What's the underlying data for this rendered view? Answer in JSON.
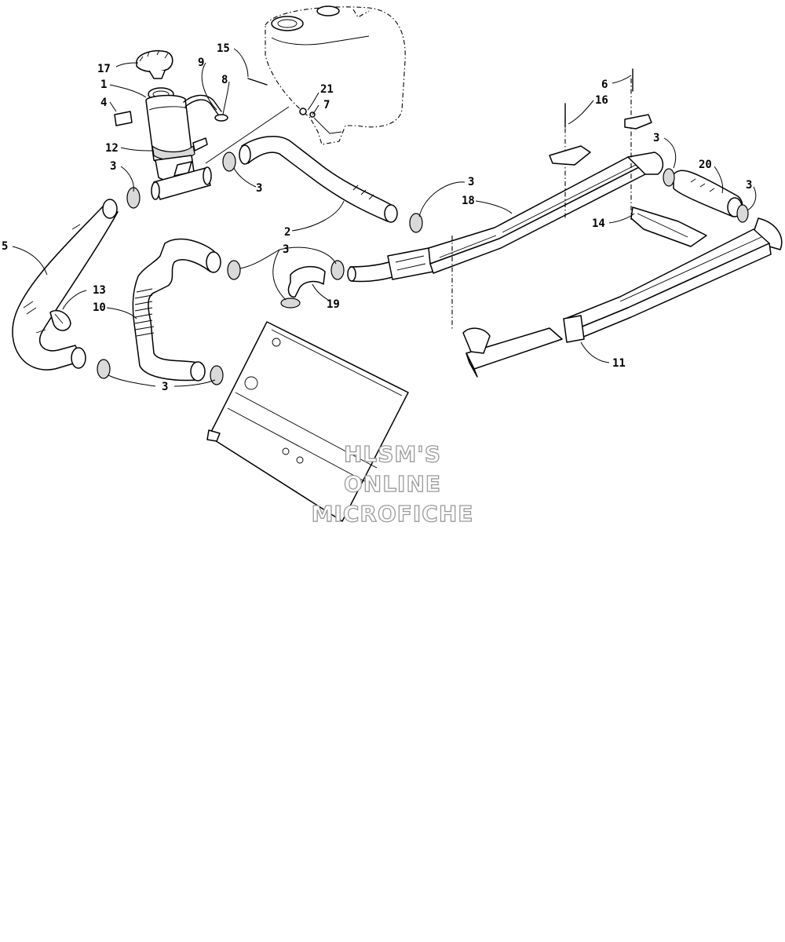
{
  "diagram": {
    "callouts": {
      "c17": "17",
      "c9": "9",
      "c15": "15",
      "c1": "1",
      "c8": "8",
      "c21": "21",
      "c7": "7",
      "c4": "4",
      "c12": "12",
      "c3a": "3",
      "c3b": "3",
      "c5": "5",
      "c13": "13",
      "c10": "10",
      "c3c": "3",
      "c2": "2",
      "c3d": "3",
      "c19": "19",
      "c3e": "3",
      "c18": "18",
      "c6": "6",
      "c16": "16",
      "c3f": "3",
      "c20": "20",
      "c3g": "3",
      "c14": "14",
      "c11": "11"
    },
    "watermark": [
      "HLSM'S",
      "ONLINE",
      "MICROFICHE"
    ]
  }
}
